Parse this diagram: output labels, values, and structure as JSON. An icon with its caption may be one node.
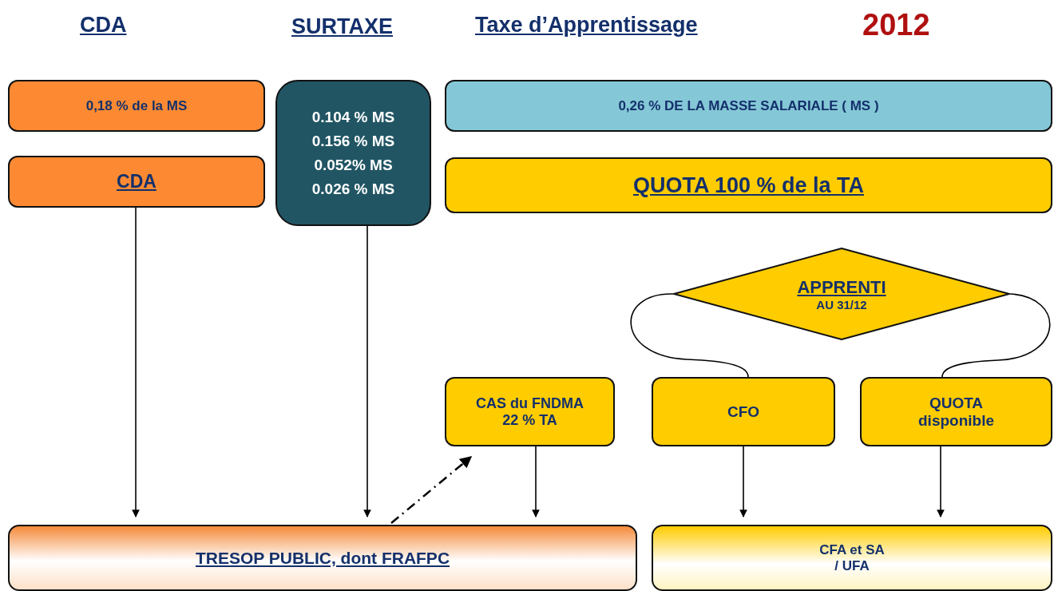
{
  "diagram": {
    "nodes": [
      {
        "text": [
          "0,18 % de la MS"
        ]
      },
      {
        "text": [
          "0.104 % MS",
          "0.156 % MS",
          "0.052% MS",
          "0.026 % MS"
        ]
      },
      {
        "text": [
          "0,26 % DE LA MASSE SALARIALE ( MS )"
        ]
      },
      {
        "text": [
          "CDA"
        ]
      },
      {
        "text": [
          "QUOTA 100 % de la TA"
        ]
      },
      {
        "text": [
          "APPRENTI",
          "AU 31/12"
        ]
      },
      {
        "text": [
          "CAS du FNDMA 22 % TA"
        ]
      },
      {
        "text": [
          "CFO"
        ]
      },
      {
        "text": [
          "QUOTA disponible"
        ]
      },
      {
        "text": [
          "TRESOP PUBLIC, dont FRAFPC"
        ]
      },
      {
        "text": [
          "CFA et SA / UFA"
        ]
      }
    ],
    "edges": [
      {
        "from": 3,
        "to": 9,
        "arrow": "to"
      },
      {
        "from": 1,
        "to": 9,
        "arrow": "to"
      },
      {
        "from": 9,
        "to": 6,
        "arrow": "to",
        "style": "dashed"
      },
      {
        "from": 6,
        "to": 9,
        "arrow": "to"
      },
      {
        "from": 5,
        "to": 7,
        "arrow": "none"
      },
      {
        "from": 5,
        "to": 8,
        "arrow": "none"
      },
      {
        "from": 7,
        "to": 10,
        "arrow": "to"
      },
      {
        "from": 8,
        "to": 10,
        "arrow": "to"
      }
    ],
    "labels": [
      "CDA",
      "SURTAXE",
      "Taxe d’Apprentissage",
      "2012"
    ]
  }
}
